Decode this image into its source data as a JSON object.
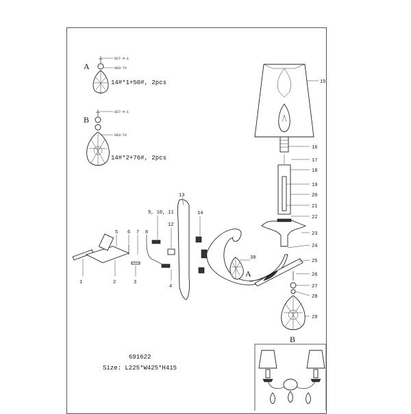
{
  "detail_a": {
    "letter": "A",
    "top_code": "827-4-1",
    "mid_code": "603-7#",
    "spec": "14#*1+50#, 2pcs"
  },
  "detail_b": {
    "letter": "B",
    "top_code": "827-4-1",
    "mid_code": "603-7#",
    "spec": "14#*2+76#, 2pcs"
  },
  "part_labels": [
    "1",
    "2",
    "3",
    "4",
    "5",
    "6",
    "7",
    "8",
    "9, 10, 11",
    "12",
    "13",
    "14",
    "15",
    "16",
    "17",
    "18",
    "19",
    "20",
    "21",
    "22",
    "23",
    "24",
    "25",
    "26",
    "27",
    "28",
    "29",
    "30"
  ],
  "arm_label_a": "A",
  "arm_label_b": "B",
  "model": "691622",
  "size": "Size: L225*W425*H415"
}
